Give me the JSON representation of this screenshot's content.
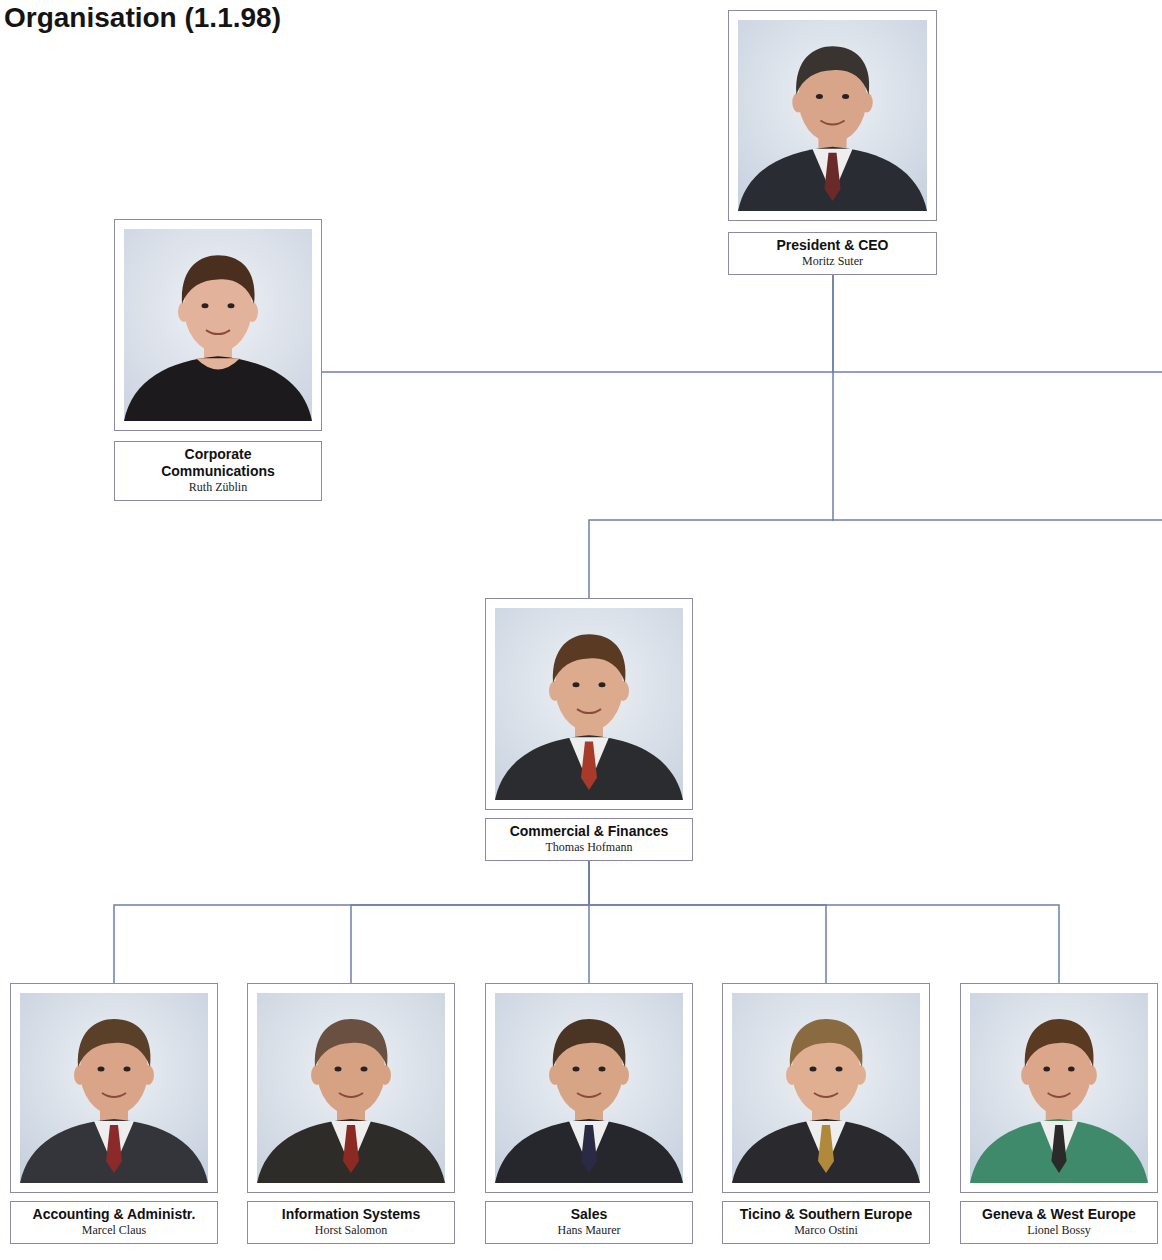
{
  "diagram": {
    "title": "Organisation (1.1.98)",
    "nodes": [
      {
        "text": [
          "President & CEO",
          "Moritz Suter"
        ]
      },
      {
        "text": [
          "Corporate Communications",
          "Ruth Züblin"
        ]
      },
      {
        "text": [
          "Commercial & Finances",
          "Thomas Hofmann"
        ]
      },
      {
        "text": [
          "Accounting & Administr.",
          "Marcel Claus"
        ]
      },
      {
        "text": [
          "Information Systems",
          "Horst Salomon"
        ]
      },
      {
        "text": [
          "Sales",
          "Hans Maurer"
        ]
      },
      {
        "text": [
          "Ticino & Southern Europe",
          "Marco Ostini"
        ]
      },
      {
        "text": [
          "Geneva & West Europe",
          "Lionel Bossy"
        ]
      }
    ],
    "edges": [
      {
        "from": 0,
        "to": 1,
        "arrow": "none"
      },
      {
        "from": 0,
        "to": 2,
        "arrow": "none"
      },
      {
        "from": 2,
        "to": 3,
        "arrow": "none"
      },
      {
        "from": 2,
        "to": 4,
        "arrow": "none"
      },
      {
        "from": 2,
        "to": 5,
        "arrow": "none"
      },
      {
        "from": 2,
        "to": 6,
        "arrow": "none"
      },
      {
        "from": 2,
        "to": 7,
        "arrow": "none"
      }
    ]
  }
}
